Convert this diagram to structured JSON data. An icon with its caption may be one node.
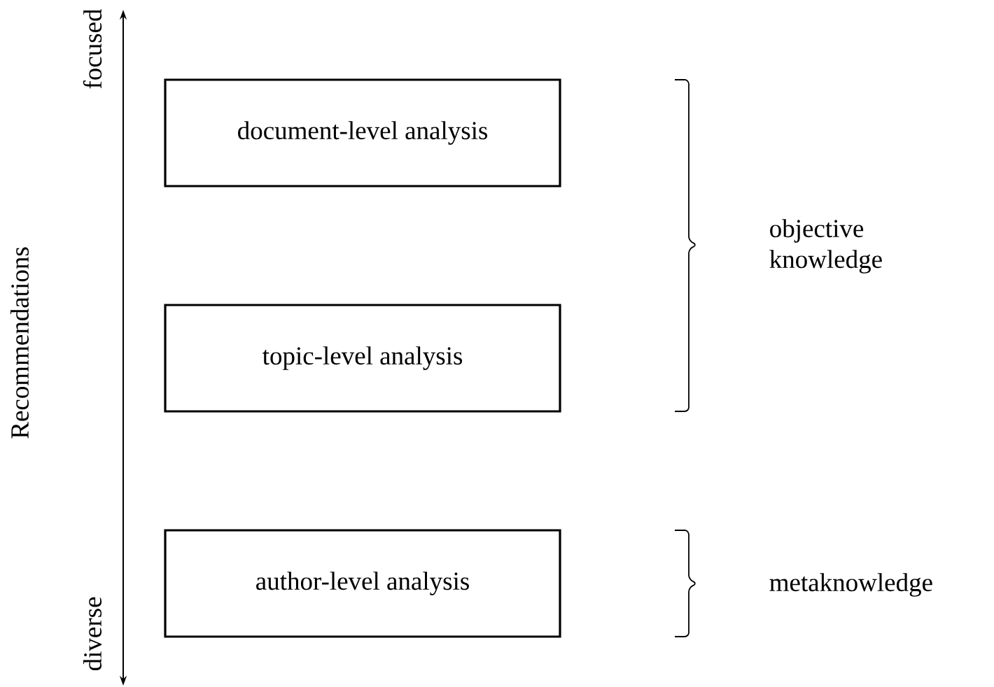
{
  "diagram": {
    "nodes": [
      {
        "text": [
          "document-level analysis"
        ]
      },
      {
        "text": [
          "topic-level analysis"
        ]
      },
      {
        "text": [
          "author-level analysis"
        ]
      }
    ],
    "edges": [],
    "labels": [
      "Recommendations",
      "focused",
      "diverse",
      "objective knowledge",
      "metaknowledge"
    ]
  }
}
